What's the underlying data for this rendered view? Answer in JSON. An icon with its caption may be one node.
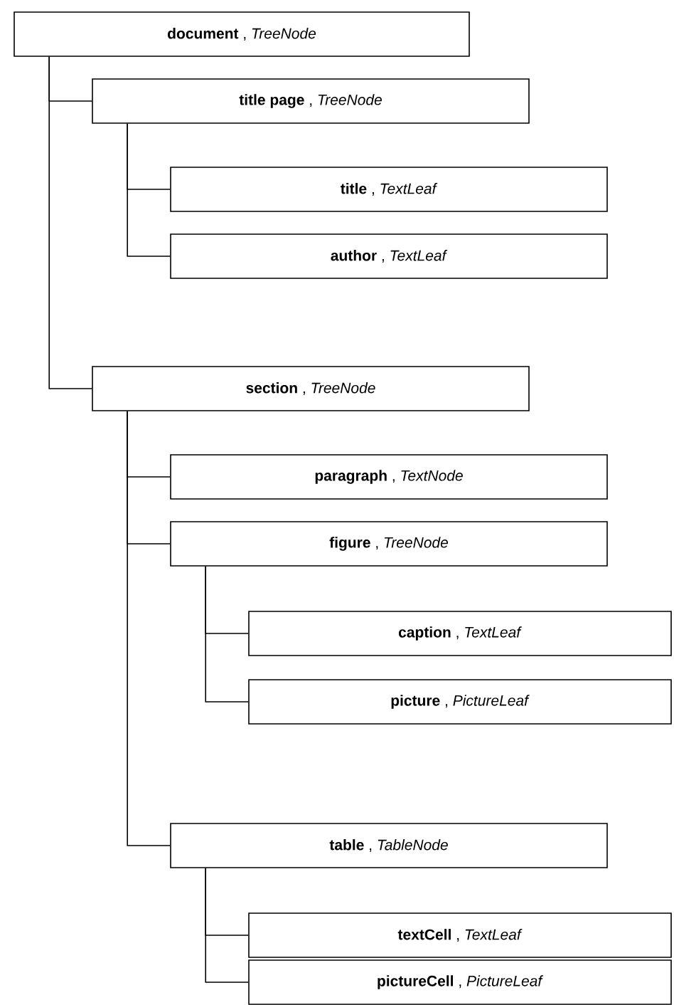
{
  "diagram": {
    "nodes": [
      {
        "text": [
          "**document** , *TreeNode*"
        ]
      },
      {
        "text": [
          "**title page** , *TreeNode*"
        ]
      },
      {
        "text": [
          "**title** , *TextLeaf*"
        ]
      },
      {
        "text": [
          "**author** , *TextLeaf*"
        ]
      },
      {
        "text": [
          "**section** , *TreeNode*"
        ]
      },
      {
        "text": [
          "**paragraph** , *TextNode*"
        ]
      },
      {
        "text": [
          "**figure** , *TreeNode*"
        ]
      },
      {
        "text": [
          "**caption** , *TextLeaf*"
        ]
      },
      {
        "text": [
          "**picture** , *PictureLeaf*"
        ]
      },
      {
        "text": [
          "**table** , *TableNode*"
        ]
      },
      {
        "text": [
          "**textCell** , *TextLeaf*"
        ]
      },
      {
        "text": [
          "**pictureCell** , *PictureLeaf*"
        ]
      }
    ],
    "edges": [
      {
        "from": 0,
        "to": 1,
        "arrow": "none"
      },
      {
        "from": 1,
        "to": 2,
        "arrow": "none"
      },
      {
        "from": 1,
        "to": 3,
        "arrow": "none"
      },
      {
        "from": 0,
        "to": 4,
        "arrow": "none"
      },
      {
        "from": 4,
        "to": 5,
        "arrow": "none"
      },
      {
        "from": 4,
        "to": 6,
        "arrow": "none"
      },
      {
        "from": 6,
        "to": 7,
        "arrow": "none"
      },
      {
        "from": 6,
        "to": 8,
        "arrow": "none"
      },
      {
        "from": 4,
        "to": 9,
        "arrow": "none"
      },
      {
        "from": 9,
        "to": 10,
        "arrow": "none"
      },
      {
        "from": 9,
        "to": 11,
        "arrow": "none"
      }
    ]
  }
}
